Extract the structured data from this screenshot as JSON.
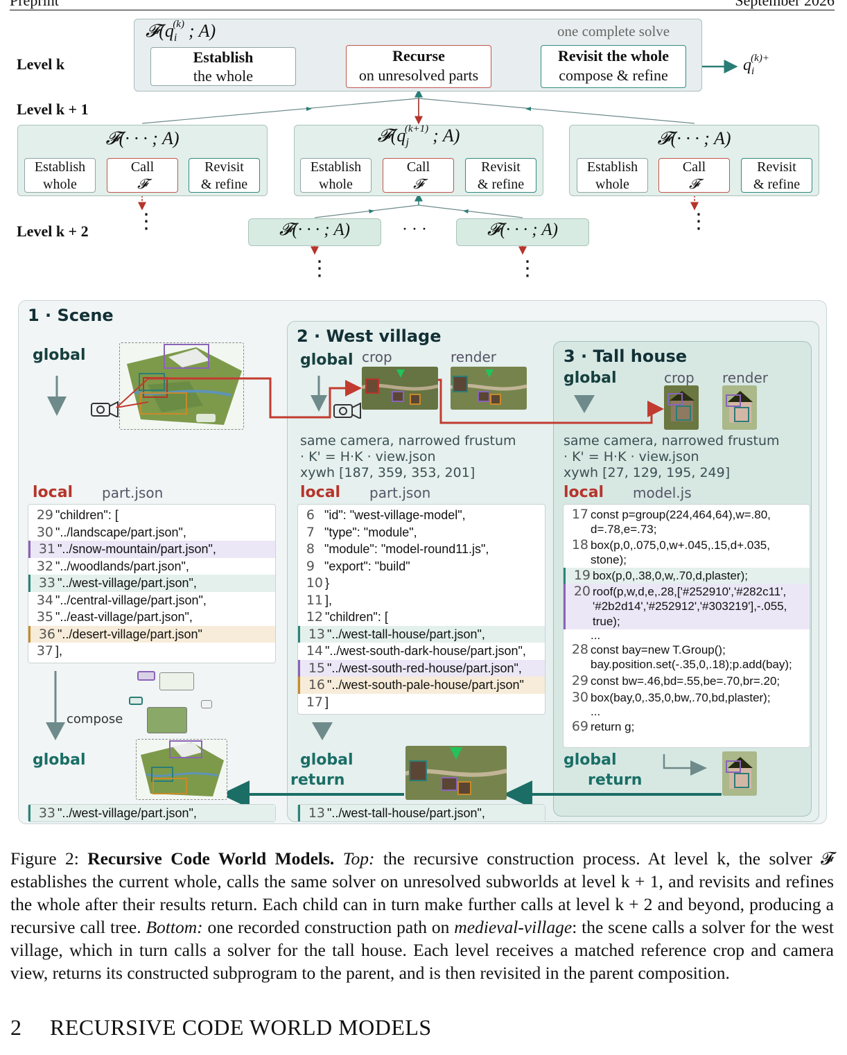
{
  "header": {
    "left": "Preprint",
    "right": "September 2026"
  },
  "top": {
    "level_k": "Level k",
    "level_k1": "Level k + 1",
    "level_k2": "Level k + 2",
    "root_formula": "𝓕(q",
    "root_sup": "(k)",
    "root_sub": "i",
    "root_tail": "; A)",
    "solve_label": "one complete solve",
    "establish": {
      "title": "Establish",
      "sub": "the whole"
    },
    "recurse": {
      "title": "Recurse",
      "sub": "on unresolved parts"
    },
    "revisit": {
      "title": "Revisit the whole",
      "sub": "compose & refine"
    },
    "output": "q",
    "output_sup": "(k)+",
    "output_sub": "i",
    "child_formula": "𝓕(· · · ; A)",
    "mid_formula_head": "𝓕(q",
    "mid_formula_sup": "(k+1)",
    "mid_formula_sub": "j",
    "mid_formula_tail": "; A)",
    "step_establish": [
      "Establish",
      "whole"
    ],
    "step_call": [
      "Call",
      "𝓕"
    ],
    "step_revisit": [
      "Revisit",
      "& refine"
    ],
    "dots_h": "· · ·",
    "dots_v": "⋮"
  },
  "panels": {
    "scene": {
      "title": "1 · Scene",
      "global": "global",
      "local": "local",
      "file": "part.json",
      "compose": "compose",
      "lines": [
        {
          "n": "29",
          "t": "\"children\": [",
          "hl": ""
        },
        {
          "n": "30",
          "t": "\"../landscape/part.json\",",
          "hl": ""
        },
        {
          "n": "31",
          "t": "\"../snow-mountain/part.json\",",
          "hl": "p"
        },
        {
          "n": "32",
          "t": "\"../woodlands/part.json\",",
          "hl": ""
        },
        {
          "n": "33",
          "t": "\"../west-village/part.json\",",
          "hl": "g"
        },
        {
          "n": "34",
          "t": "\"../central-village/part.json\",",
          "hl": ""
        },
        {
          "n": "35",
          "t": "\"../east-village/part.json\",",
          "hl": ""
        },
        {
          "n": "36",
          "t": "\"../desert-village/part.json\"",
          "hl": "o"
        },
        {
          "n": "37",
          "t": "],",
          "hl": ""
        }
      ],
      "return_line": {
        "n": "33",
        "t": "\"../west-village/part.json\","
      }
    },
    "west": {
      "title": "2 · West village",
      "global": "global",
      "crop": "crop",
      "render": "render",
      "note": "same camera, narrowed frustum\n· K' = H·K · view.json\nxywh [187, 359, 353, 201]",
      "local": "local",
      "file": "part.json",
      "lines": [
        {
          "n": "6",
          "t": "\"id\": \"west-village-model\",",
          "hl": ""
        },
        {
          "n": "7",
          "t": "\"type\": \"module\",",
          "hl": ""
        },
        {
          "n": "8",
          "t": "\"module\": \"model-round11.js\",",
          "hl": ""
        },
        {
          "n": "9",
          "t": "\"export\": \"build\"",
          "hl": ""
        },
        {
          "n": "10",
          "t": "}",
          "hl": ""
        },
        {
          "n": "11",
          "t": "],",
          "hl": ""
        },
        {
          "n": "12",
          "t": "\"children\": [",
          "hl": ""
        },
        {
          "n": "13",
          "t": "\"../west-tall-house/part.json\",",
          "hl": "g"
        },
        {
          "n": "14",
          "t": "\"../west-south-dark-house/part.json\",",
          "hl": ""
        },
        {
          "n": "15",
          "t": "\"../west-south-red-house/part.json\",",
          "hl": "p"
        },
        {
          "n": "16",
          "t": "\"../west-south-pale-house/part.json\"",
          "hl": "o"
        },
        {
          "n": "17",
          "t": "]",
          "hl": ""
        }
      ],
      "global_return": "global",
      "return": "return",
      "return_line": {
        "n": "13",
        "t": "\"../west-tall-house/part.json\","
      }
    },
    "house": {
      "title": "3 · Tall house",
      "global": "global",
      "crop": "crop",
      "render": "render",
      "note": "same camera, narrowed frustum\n· K' = H·K · view.json\nxywh [27, 129, 195, 249]",
      "local": "local",
      "file": "model.js",
      "lines": [
        {
          "n": "17",
          "t": "const p=group(224,464,64),w=.80,",
          "hl": ""
        },
        {
          "n": "",
          "t": "d=.78,e=.73;",
          "hl": ""
        },
        {
          "n": "18",
          "t": "box(p,0,.075,0,w+.045,.15,d+.035,",
          "hl": ""
        },
        {
          "n": "",
          "t": "stone);",
          "hl": ""
        },
        {
          "n": "19",
          "t": "box(p,0,.38,0,w,.70,d,plaster);",
          "hl": "g"
        },
        {
          "n": "20",
          "t": "roof(p,w,d,e,.28,['#252910','#282c11',",
          "hl": "p"
        },
        {
          "n": "",
          "t": "'#2b2d14','#252912','#303219'],-.055,",
          "hl": "p"
        },
        {
          "n": "",
          "t": "true);",
          "hl": "p"
        },
        {
          "n": "",
          "t": "...",
          "hl": ""
        },
        {
          "n": "28",
          "t": "const bay=new T.Group();",
          "hl": ""
        },
        {
          "n": "",
          "t": "bay.position.set(-.35,0,.18);p.add(bay);",
          "hl": ""
        },
        {
          "n": "29",
          "t": "const bw=.46,bd=.55,be=.70,br=.20;",
          "hl": ""
        },
        {
          "n": "30",
          "t": "box(bay,0,.35,0,bw,.70,bd,plaster);",
          "hl": ""
        },
        {
          "n": "",
          "t": "...",
          "hl": ""
        },
        {
          "n": "69",
          "t": "return g;",
          "hl": ""
        }
      ],
      "global_return": "global",
      "return": "return"
    }
  },
  "caption": {
    "lead": "Figure 2: ",
    "title": "Recursive Code World Models.",
    "body_1_label": "Top:",
    "body_1": " the recursive construction process. At level k, the solver 𝓕 establishes the current whole, calls the same solver on unresolved subworlds at level k + 1, and revisits and refines the whole after their results return. Each child can in turn make further calls at level k + 2 and beyond, producing a recursive call tree. ",
    "body_2_label": "Bottom:",
    "body_2": " one recorded construction path on ",
    "body_2_em": "medieval-village",
    "body_2_rest": ": the scene calls a solver for the west village, which in turn calls a solver for the tall house. Each level receives a matched reference crop and camera view, returns its constructed subprogram to the parent, and is then revisited in the parent composition."
  },
  "section": {
    "number": "2",
    "title": "RECURSIVE CODE WORLD MODELS"
  },
  "colors": {
    "teal": "#2a7d76",
    "red": "#b5342b",
    "purple": "#8a63b8",
    "orange": "#c98a29"
  }
}
